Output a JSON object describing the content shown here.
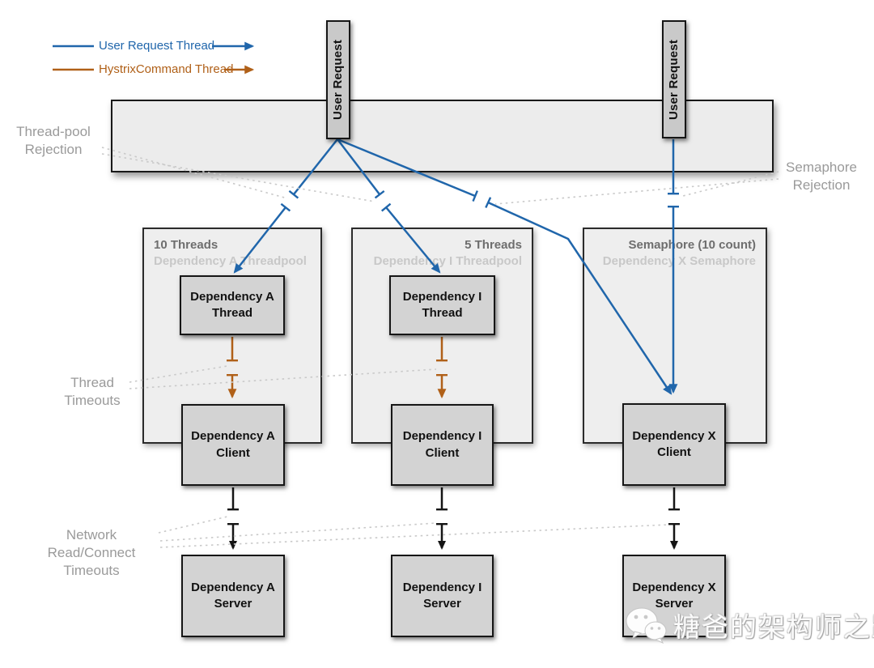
{
  "legend": {
    "items": [
      {
        "label": "User Request Thread",
        "color": "#2066ab",
        "icon": "right-arrow-icon"
      },
      {
        "label": "HystrixCommand Thread",
        "color": "#b06018",
        "icon": "right-arrow-icon"
      }
    ]
  },
  "user_requests": [
    {
      "label": "User Request"
    },
    {
      "label": "User Request"
    }
  ],
  "annotations": {
    "threadpool_rejection": "Thread-pool\nRejection",
    "semaphore_rejection": "Semaphore\nRejection",
    "thread_timeouts": "Thread\nTimeouts",
    "network_timeouts": "Network\nRead/Connect\nTimeouts"
  },
  "columns": [
    {
      "header_title": "10 Threads",
      "header_subtitle": "Dependency A Threadpool",
      "thread_line1": "Dependency A",
      "thread_line2": "Thread",
      "client_line1": "Dependency A",
      "client_line2": "Client",
      "server_line1": "Dependency A",
      "server_line2": "Server"
    },
    {
      "header_title": "5 Threads",
      "header_subtitle": "Dependency I Threadpool",
      "thread_line1": "Dependency I",
      "thread_line2": "Thread",
      "client_line1": "Dependency I",
      "client_line2": "Client",
      "server_line1": "Dependency I",
      "server_line2": "Server"
    },
    {
      "header_title": "Semaphore (10 count)",
      "header_subtitle": "Dependency X Semaphore",
      "client_line1": "Dependency X",
      "client_line2": "Client",
      "server_line1": "Dependency X",
      "server_line2": "Server"
    }
  ],
  "watermark": {
    "icon": "wechat-icon",
    "text": "糖爸的架构师之路"
  },
  "colors": {
    "user_request_thread": "#2066ab",
    "hystrix_command_thread": "#b06018",
    "network_arrow": "#151515",
    "node_fill": "#d3d3d3",
    "container_fill": "#eeeeee",
    "bar_fill": "#ececec",
    "annotation_gray": "#9a9a9a",
    "dotted_gray": "#c9c9c9"
  }
}
